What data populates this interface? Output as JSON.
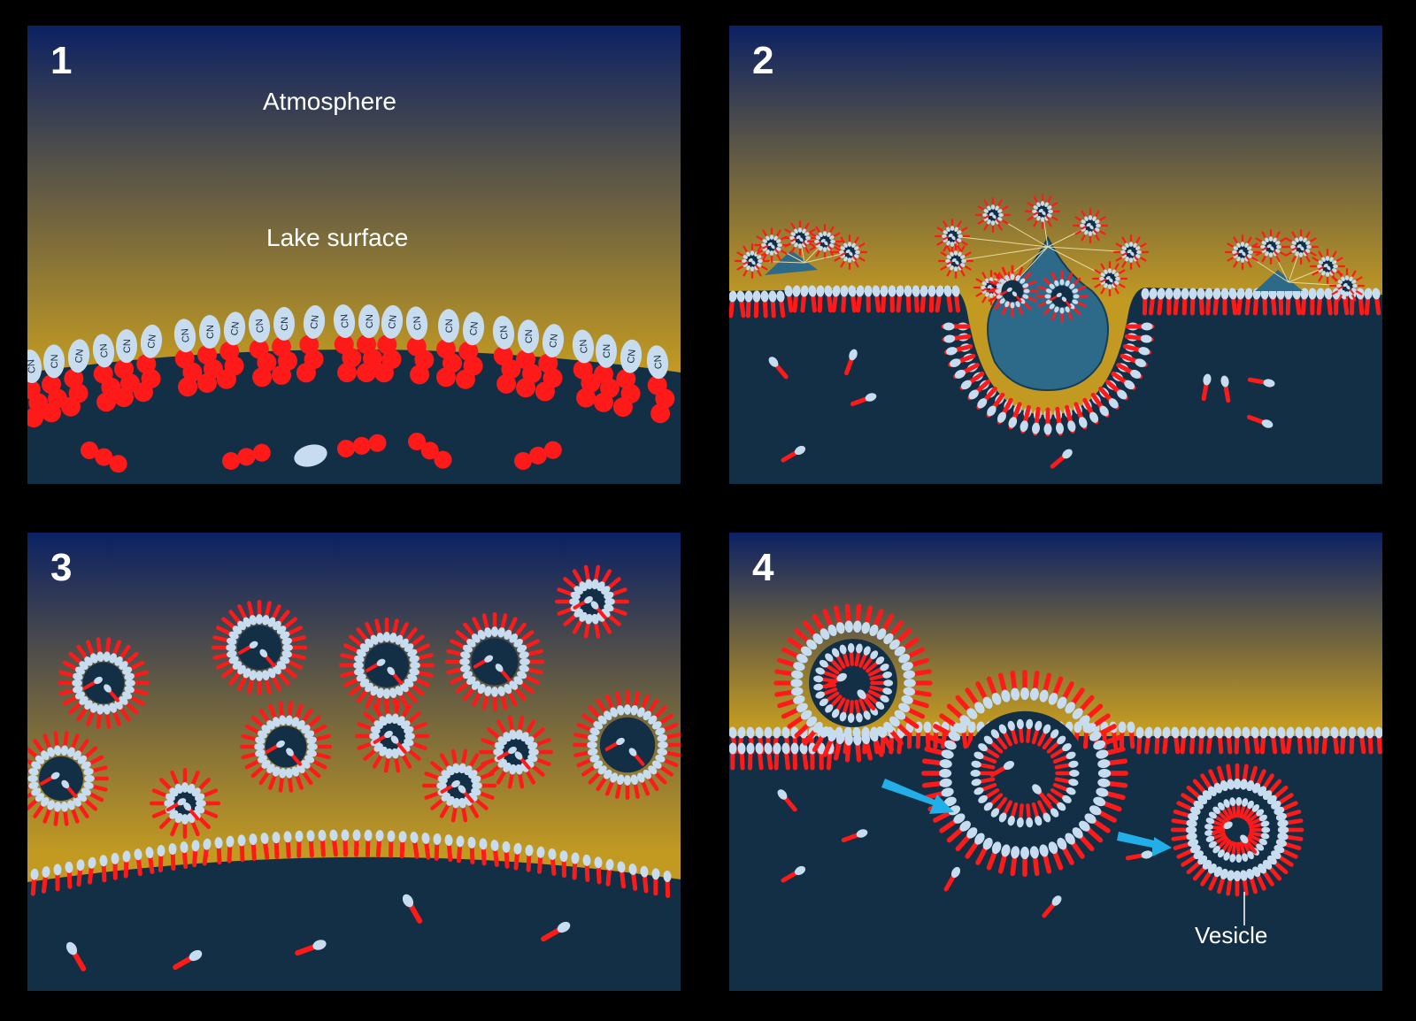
{
  "panels": [
    {
      "number": "1"
    },
    {
      "number": "2"
    },
    {
      "number": "3"
    },
    {
      "number": "4"
    }
  ],
  "labels": {
    "atmosphere": "Atmosphere",
    "lake_surface": "Lake surface",
    "vesicle": "Vesicle"
  },
  "head_text": "CN",
  "colors": {
    "sky_top": "#0b2163",
    "sky_bottom": "#c29a22",
    "water": "#132f45",
    "lipid_tail": "#ff1a1a",
    "lipid_head": "#c8dcef",
    "droplet": "#2d6a8a",
    "arrow": "#22aee6"
  },
  "icons": [
    "arrow-icon"
  ]
}
